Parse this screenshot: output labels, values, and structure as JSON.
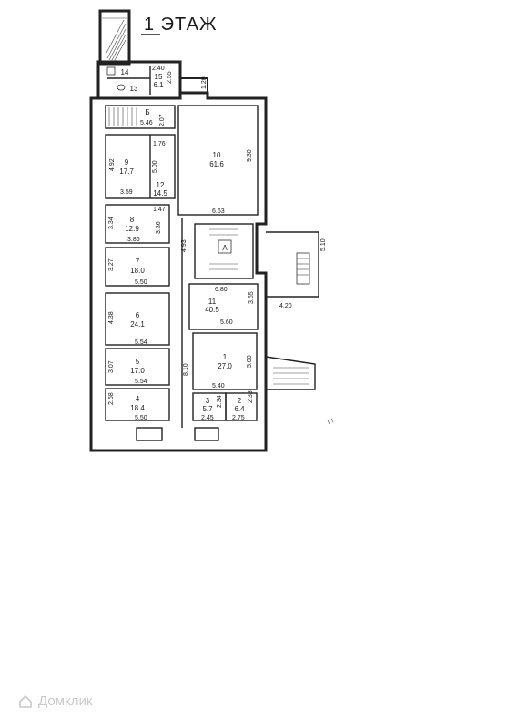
{
  "title": "1 ЭТАЖ",
  "rooms": [
    {
      "id": "room-1",
      "num": "1",
      "area": "27.0"
    },
    {
      "id": "room-2",
      "num": "2",
      "area": "6.4"
    },
    {
      "id": "room-3",
      "num": "3",
      "area": "5.7"
    },
    {
      "id": "room-4",
      "num": "4",
      "area": "18.4"
    },
    {
      "id": "room-5",
      "num": "5",
      "area": "17.0"
    },
    {
      "id": "room-6",
      "num": "6",
      "area": "24.1"
    },
    {
      "id": "room-7",
      "num": "7",
      "area": "18.0"
    },
    {
      "id": "room-8",
      "num": "8",
      "area": "12.9"
    },
    {
      "id": "room-9",
      "num": "9",
      "area": "17.7"
    },
    {
      "id": "room-10",
      "num": "10",
      "area": "61.6"
    },
    {
      "id": "room-11",
      "num": "11",
      "area": "40.5"
    },
    {
      "id": "room-12",
      "num": "12",
      "area": "14.5"
    },
    {
      "id": "room-13",
      "num": "13",
      "area": ""
    },
    {
      "id": "room-14",
      "num": "14",
      "area": ""
    },
    {
      "id": "room-15",
      "num": "15",
      "area": "6.1"
    },
    {
      "id": "room-b",
      "num": "Б",
      "area": ""
    },
    {
      "id": "room-a",
      "num": "А",
      "area": ""
    }
  ],
  "dimensions": [
    "2.40",
    "2.55",
    "1.20",
    "2.07",
    "5.46",
    "1.76",
    "9.30",
    "4.92",
    "5.00",
    "3.59",
    "1.47",
    "6.63",
    "3.34",
    "3.36",
    "3.86",
    "4.93",
    "5.10",
    "3.27",
    "5.50",
    "6.80",
    "3.65",
    "4.20",
    "4.38",
    "5.60",
    "5.54",
    "3.07",
    "8.10",
    "5.00",
    "5.54",
    "5.40",
    "2.68",
    "2.34",
    "2.33",
    "5.50",
    "2.45",
    "2.75"
  ],
  "watermark": "Домклик"
}
